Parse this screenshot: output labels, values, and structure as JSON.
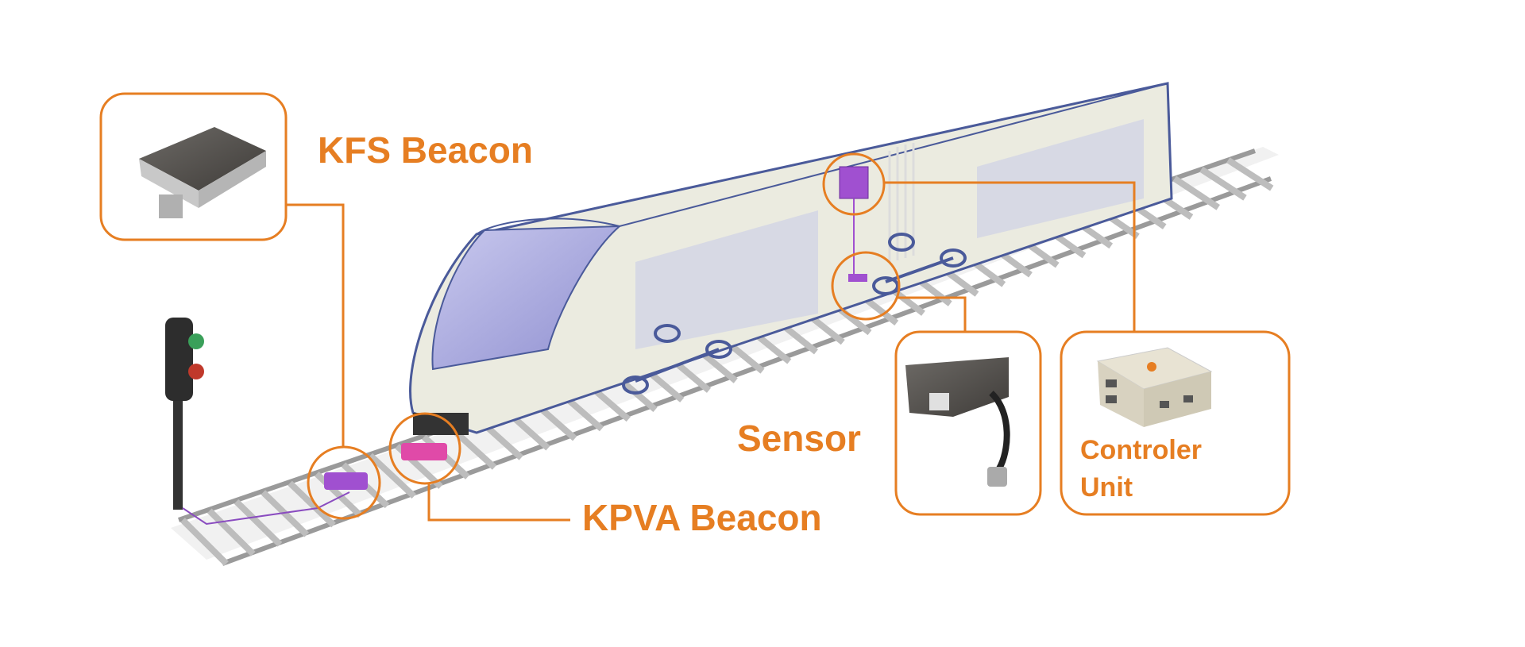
{
  "labels": {
    "kfs_beacon": "KFS Beacon",
    "kpva_beacon": "KPVA Beacon",
    "sensor": "Sensor",
    "controller_line1": "Controler",
    "controller_line2": "Unit"
  },
  "colors": {
    "accent": "#e67e22",
    "train_body": "#ebebe0",
    "train_outline": "#4a5a9a",
    "beacon_purple": "#a050d0",
    "beacon_pink": "#e04aa8"
  }
}
